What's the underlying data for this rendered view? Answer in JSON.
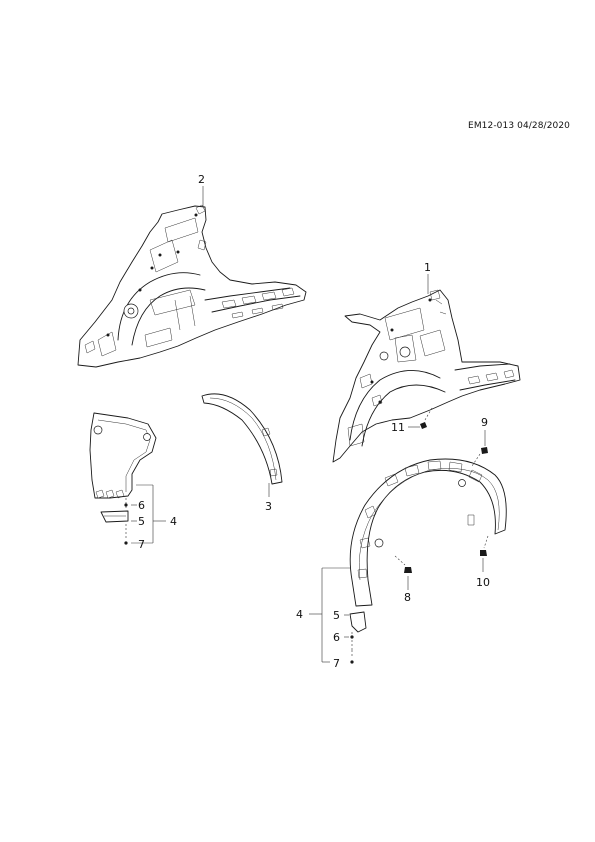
{
  "header": {
    "doc_code": "EM12-013 04/28/2020"
  },
  "callouts": {
    "c1": "1",
    "c2": "2",
    "c3": "3",
    "c4_left": "4",
    "c5_left": "5",
    "c6_left": "6",
    "c7_left": "7",
    "c4_right": "4",
    "c5_right": "5",
    "c6_right": "6",
    "c7_right": "7",
    "c8": "8",
    "c9": "9",
    "c10": "10",
    "c11": "11"
  }
}
